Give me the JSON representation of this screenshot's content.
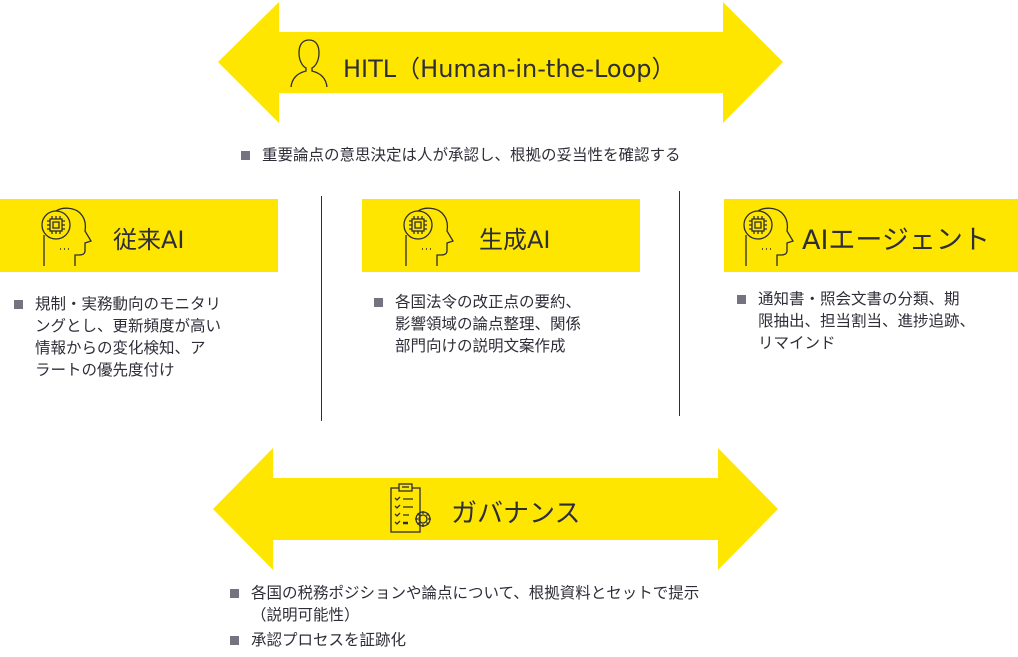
{
  "colors": {
    "accent_yellow": "#ffe600",
    "text_dark": "#2e2e38",
    "bullet_gray": "#747480",
    "background": "#ffffff"
  },
  "hitl": {
    "icon": "person-icon",
    "title": "HITL（Human-in-the-Loop）",
    "bullets": [
      "重要論点の意思決定は人が承認し、根拠の妥当性を確認する"
    ]
  },
  "columns": [
    {
      "icon": "ai-head-chip-icon",
      "title": "従来AI",
      "bullets": [
        "規制・実務動向のモニタリ\nングとし、更新頻度が高い\n情報からの変化検知、ア\nラートの優先度付け"
      ]
    },
    {
      "icon": "ai-head-chip-icon",
      "title": "生成AI",
      "bullets": [
        "各国法令の改正点の要約、\n影響領域の論点整理、関係\n部門向けの説明文案作成"
      ]
    },
    {
      "icon": "ai-head-chip-icon",
      "title": "AIエージェント",
      "bullets": [
        "通知書・照会文書の分類、期\n限抽出、担当割当、進捗追跡、\nリマインド"
      ]
    }
  ],
  "governance": {
    "icon": "clipboard-gear-icon",
    "title": "ガバナンス",
    "bullets": [
      "各国の税務ポジションや論点について、根拠資料とセットで提示\n（説明可能性）",
      "承認プロセスを証跡化"
    ]
  }
}
